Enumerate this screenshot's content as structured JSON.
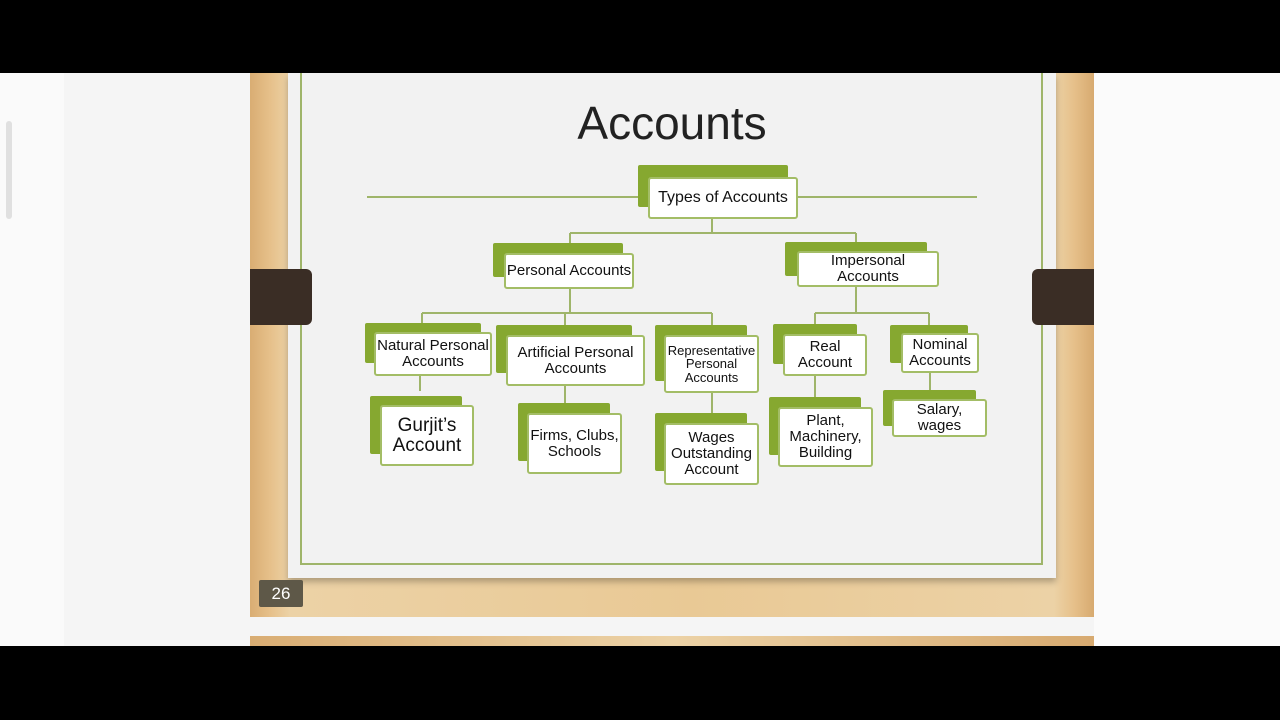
{
  "slide": {
    "title": "Accounts",
    "page_number": "26"
  },
  "diagram": {
    "root": "Types of Accounts",
    "branches": {
      "personal": "Personal Accounts",
      "impersonal": "Impersonal Accounts"
    },
    "categories": {
      "natural": "Natural Personal Accounts",
      "artificial": "Artificial Personal Accounts",
      "representative": "Representative Personal Accounts",
      "real": "Real Account",
      "nominal": "Nominal Accounts"
    },
    "examples": {
      "natural": "Gurjit’s Account",
      "artificial": "Firms, Clubs, Schools",
      "representative": "Wages Outstanding Account",
      "real": "Plant, Machinery, Building",
      "nominal": "Salary, wages"
    }
  },
  "colors": {
    "accent_green": "#86a830",
    "box_border": "#a3bd66",
    "frame_wood": "#e9c995",
    "binder_dark": "#3a2d25",
    "page_badge": "#5e5848"
  }
}
